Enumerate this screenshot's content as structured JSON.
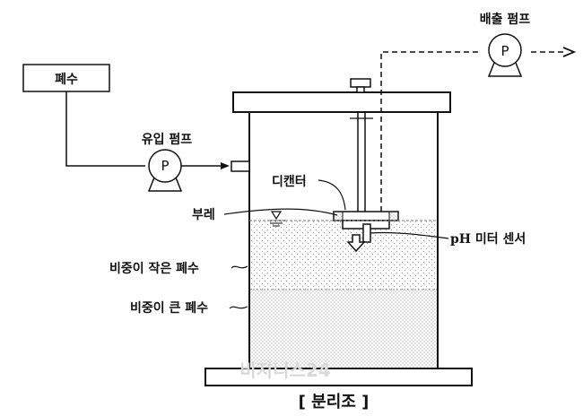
{
  "labels": {
    "wastewater": "폐수",
    "inflow_pump": "유입 펌프",
    "discharge_pump": "배출 펌프",
    "decanter": "디캔터",
    "float": "부레",
    "ph_sensor": "pH 미터 센서",
    "low_density_waste": "비중이 작은 폐수",
    "high_density_waste": "비중이 큰 폐수",
    "pump_symbol": "P",
    "caption": "[ 분리조 ]",
    "watermark": "비지니스24"
  },
  "colors": {
    "line": "#111111",
    "liquid_dots": "#9a9a9a",
    "dense_liquid": "#bdbdbd"
  },
  "icons": {
    "pump": "pump-icon",
    "arrow": "arrow-right-icon",
    "down_arrow": "arrow-down-icon",
    "water_level": "water-level-triangle-icon"
  }
}
